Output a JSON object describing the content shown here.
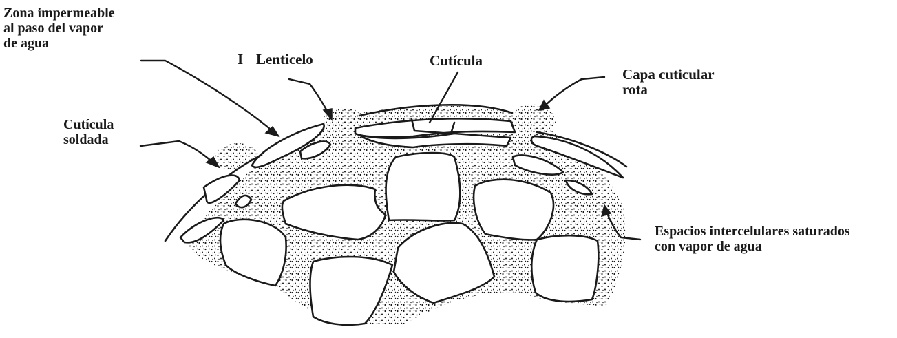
{
  "labels": {
    "zona": "Zona impermeable\nal paso del vapor\nde agua",
    "lenticelo": "Lenticelo",
    "lenticelo_mark": "I",
    "cuticula": "Cutícula",
    "capa": "Capa cuticular\nrota",
    "soldada": "Cutícula\nsoldada",
    "espacios": "Espacios intercelulares saturados\ncon vapor de agua"
  },
  "colors": {
    "ink": "#1a1a1a",
    "paper": "#ffffff"
  }
}
